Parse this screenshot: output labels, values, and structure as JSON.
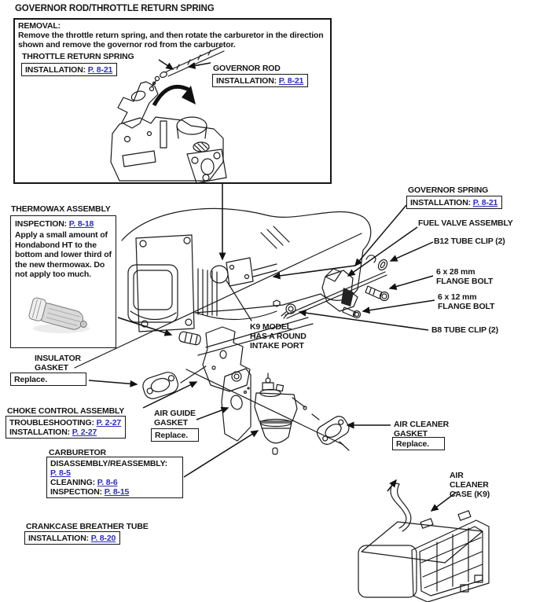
{
  "page_title": "GOVERNOR ROD/THROTTLE RETURN SPRING",
  "colors": {
    "ink": "#161616",
    "link_blue": "#2b2bc4"
  },
  "removal_box": {
    "heading": "REMOVAL:",
    "body": "Remove the throttle return spring, and then rotate the carburetor in the direction shown and remove the governor rod from the carburetor.",
    "throttle_return_spring_label": "THROTTLE RETURN SPRING",
    "throttle_return_spring_ref_prefix": "INSTALLATION: ",
    "throttle_return_spring_ref_link": "P. 8-21",
    "governor_rod_label": "GOVERNOR ROD",
    "governor_rod_ref_prefix": "INSTALLATION: ",
    "governor_rod_ref_link": "P. 8-21"
  },
  "thermowax": {
    "label": "THERMOWAX ASSEMBLY",
    "ref_prefix": "INSPECTION: ",
    "ref_link": "P. 8-18",
    "note": "Apply a small amount of Hondabond HT to the bottom and lower third of the new thermowax. Do not apply too much."
  },
  "governor_spring": {
    "label": "GOVERNOR SPRING",
    "ref_prefix": "INSTALLATION: ",
    "ref_link": "P. 8-21"
  },
  "fuel_valve": {
    "label": "FUEL VALVE ASSEMBLY"
  },
  "b12_clip": {
    "label": "B12 TUBE CLIP (2)"
  },
  "bolt_6x28": {
    "line1": "6 x 28 mm",
    "line2": "FLANGE BOLT"
  },
  "bolt_6x12": {
    "line1": "6 x 12 mm",
    "line2": "FLANGE BOLT"
  },
  "b8_clip": {
    "label": "B8 TUBE CLIP (2)"
  },
  "k9_note": {
    "line1": "K9 MODEL",
    "line2": "HAS A ROUND",
    "line3": "INTAKE PORT"
  },
  "insulator_gasket": {
    "line1": "INSULATOR",
    "line2": "GASKET",
    "action": "Replace."
  },
  "choke_control": {
    "label": "CHOKE CONTROL ASSEMBLY",
    "row1_prefix": "TROUBLESHOOTING: ",
    "row1_link": "P. 2-27",
    "row2_prefix": "INSTALLATION: ",
    "row2_link": "P. 2-27"
  },
  "air_guide_gasket": {
    "line1": "AIR GUIDE",
    "line2": "GASKET",
    "action": "Replace."
  },
  "carburetor": {
    "label": "CARBURETOR",
    "row1_prefix": "DISASSEMBLY/REASSEMBLY:",
    "row1_link": "P. 8-5",
    "row2_prefix": "CLEANING: ",
    "row2_link": "P. 8-6",
    "row3_prefix": "INSPECTION: ",
    "row3_link": "P. 8-15"
  },
  "crankcase_breather": {
    "label": "CRANKCASE BREATHER TUBE",
    "ref_prefix": "INSTALLATION: ",
    "ref_link": "P. 8-20"
  },
  "air_cleaner_gasket": {
    "line1": "AIR CLEANER",
    "line2": "GASKET",
    "action": "Replace."
  },
  "air_cleaner_case": {
    "line1": "AIR",
    "line2": "CLEANER",
    "line3": "CASE (K9)"
  }
}
